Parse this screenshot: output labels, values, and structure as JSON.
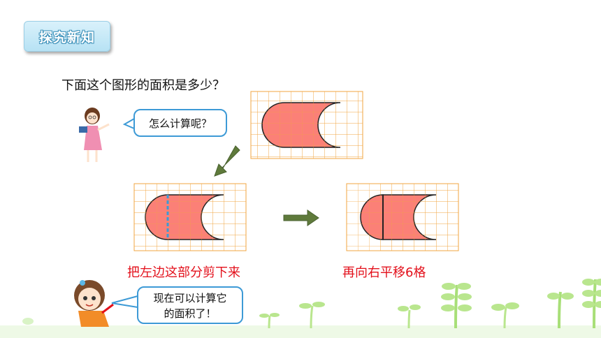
{
  "header": {
    "badge_label": "探究新知"
  },
  "question": "下面这个图形的面积是多少？",
  "bubbles": {
    "teacher": "怎么计算呢？",
    "girl_line1": "现在可以计算它",
    "girl_line2": "的面积了！"
  },
  "captions": {
    "cut": "把左边这部分剪下来",
    "move": "再向右平移6格"
  },
  "colors": {
    "shape_fill": "#fb8077",
    "grid_line": "#f0a640",
    "arrow": "#5f7a3b",
    "caption_red": "#e3101b",
    "bubble_border": "#3d9ad6",
    "cut_line": "#3d9ad6"
  }
}
